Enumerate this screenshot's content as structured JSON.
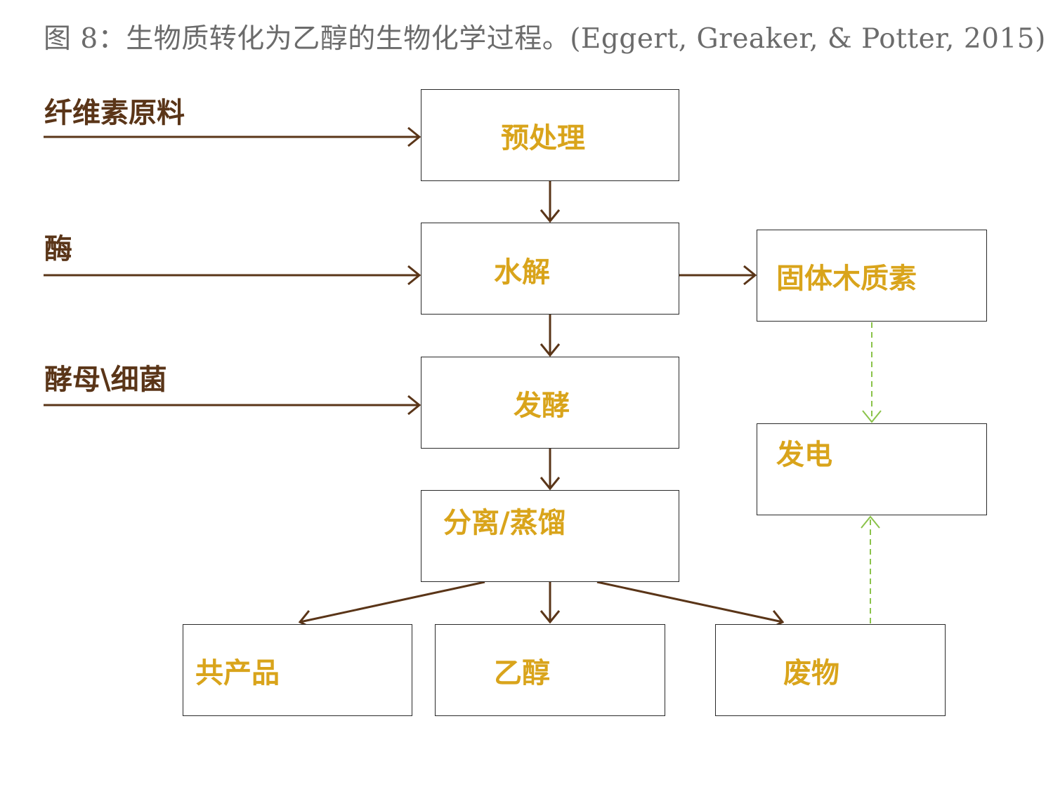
{
  "caption": "图 8：生物质转化为乙醇的生物化学过程。(Eggert, Greaker, & Potter, 2015)",
  "inputs": {
    "feedstock": "纤维素原料",
    "enzyme": "酶",
    "yeast": "酵母\\细菌"
  },
  "nodes": {
    "pretreatment": "预处理",
    "hydrolysis": "水解",
    "fermentation": "发酵",
    "separation": "分离/蒸馏",
    "lignin": "固体木质素",
    "power": "发电",
    "coproducts": "共产品",
    "ethanol": "乙醇",
    "waste": "废物"
  },
  "colors": {
    "arrow": "#5a3518",
    "node_text": "#d9a41b",
    "input_text": "#5a3518",
    "dashed": "#8bc34a",
    "caption": "#6b6b6b"
  }
}
